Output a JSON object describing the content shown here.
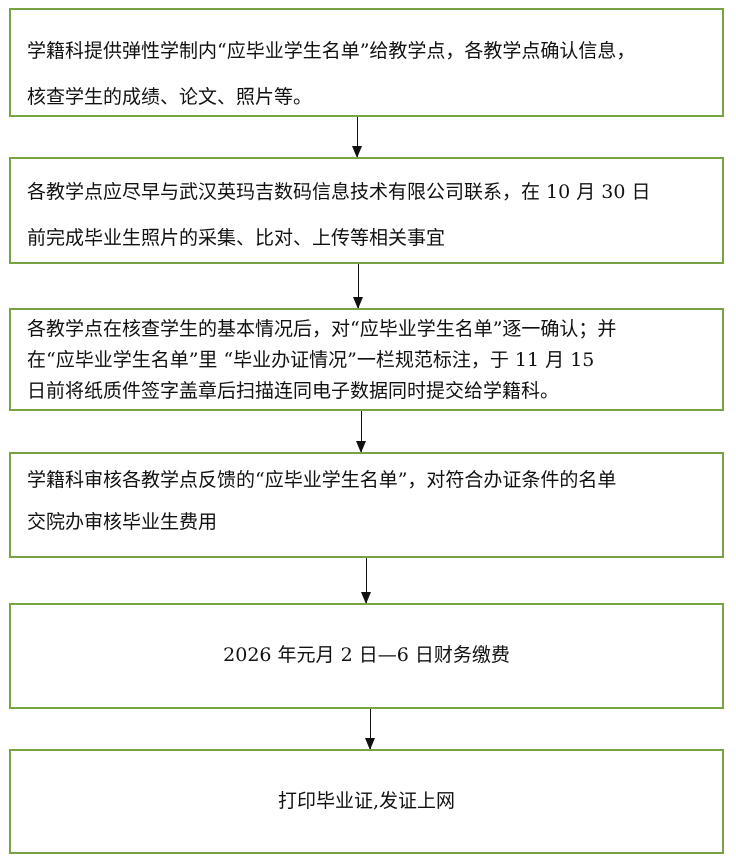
{
  "steps": [
    {
      "lines": [
        "学籍科提供弹性学制内“应毕业学生名单”给教学点，各教学点确认信息，",
        "核查学生的成绩、论文、照片等。"
      ]
    },
    {
      "lines": [
        "各教学点应尽早与武汉英玛吉数码信息技术有限公司联系，在 10 月 30 日",
        "前完成毕业生照片的采集、比对、上传等相关事宜"
      ]
    },
    {
      "lines": [
        "各教学点在核查学生的基本情况后，对“应毕业学生名单”逐一确认；并",
        "在“应毕业学生名单”里 “毕业办证情况”一栏规范标注，于 11 月 15",
        "日前将纸质件签字盖章后扫描连同电子数据同时提交给学籍科。"
      ]
    },
    {
      "lines": [
        "学籍科审核各教学点反馈的“应毕业学生名单”，对符合办证条件的名单",
        "交院办审核毕业生费用"
      ]
    },
    {
      "lines": [
        "2026 年元月 2 日—6 日财务缴费"
      ]
    },
    {
      "lines": [
        "打印毕业证,发证上网"
      ]
    }
  ],
  "colors": {
    "border": "#79a245",
    "arrow": "#111111"
  }
}
